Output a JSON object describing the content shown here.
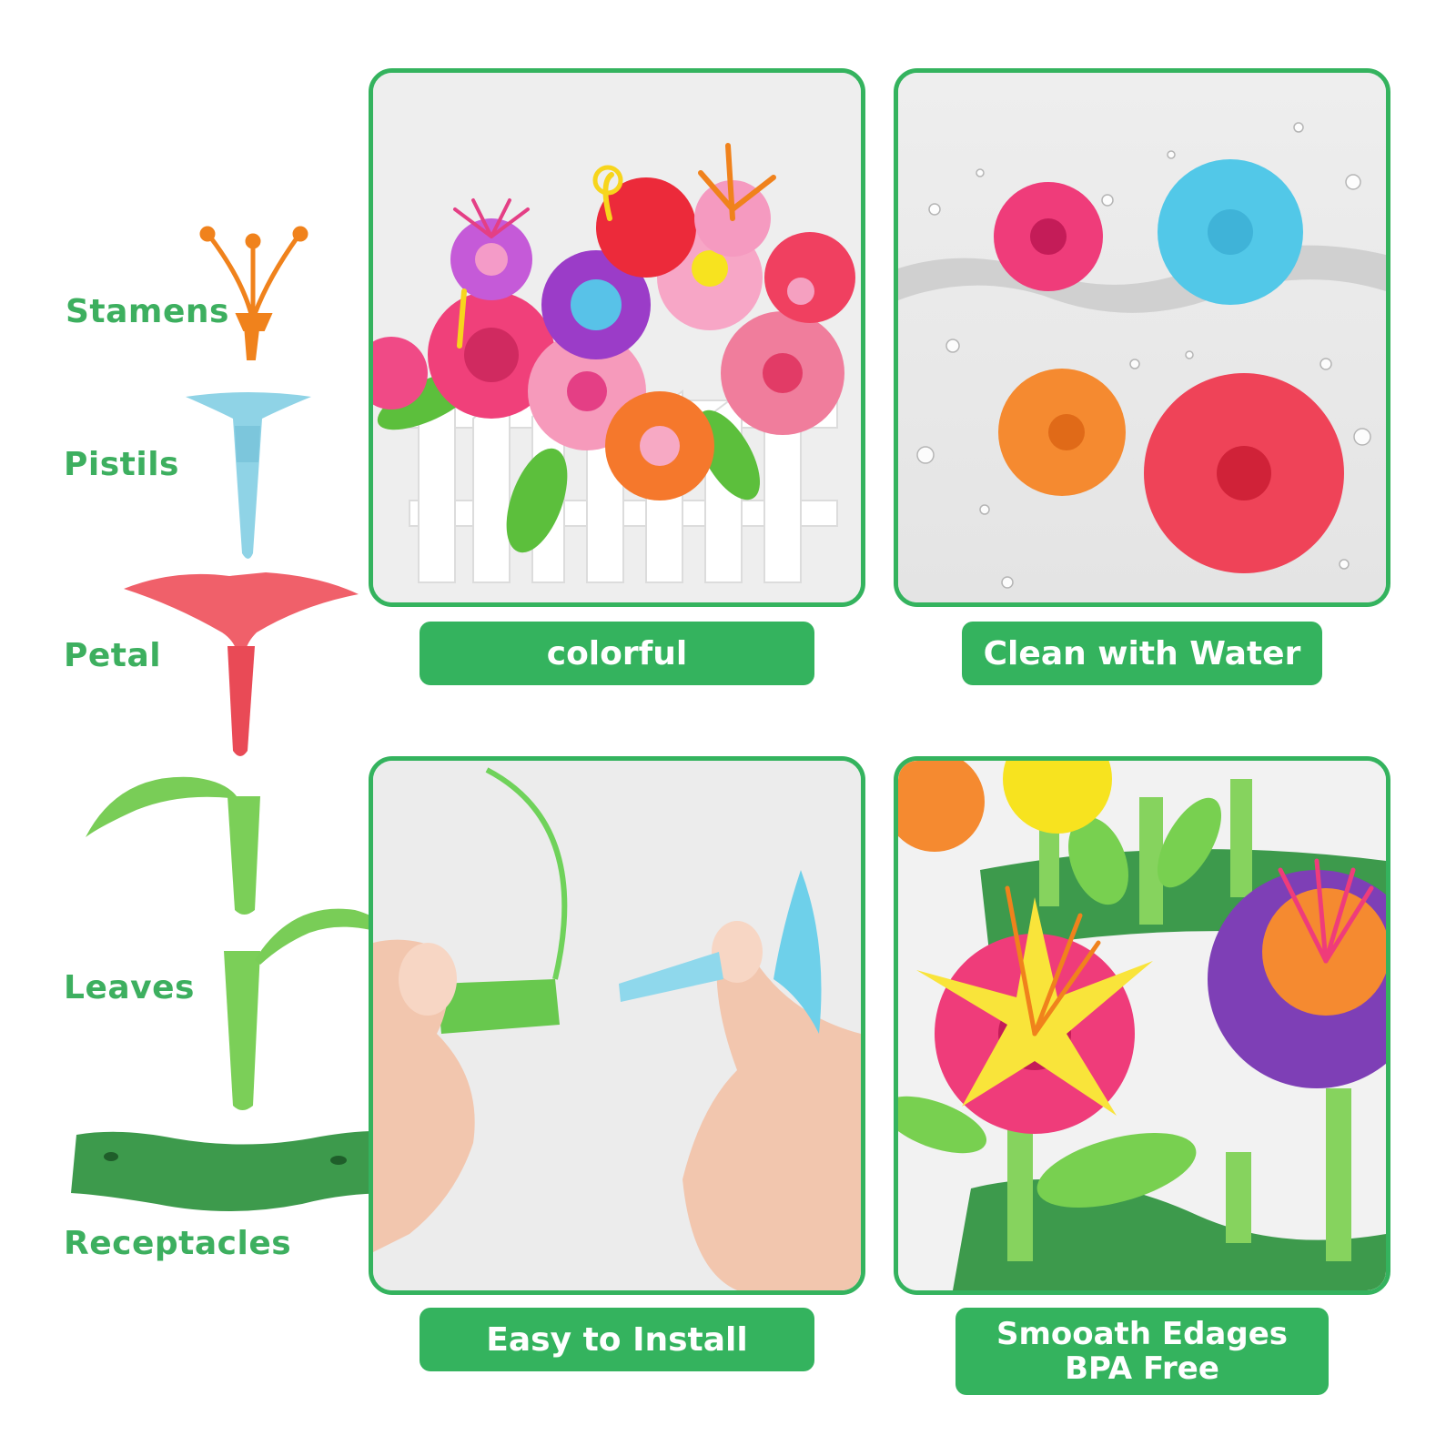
{
  "parts": {
    "stamens": "Stamens",
    "pistils": "Pistils",
    "petal": "Petal",
    "leaves": "Leaves",
    "receptacles": "Receptacles"
  },
  "features": {
    "colorful": "colorful",
    "clean": "Clean with Water",
    "install": "Easy to Install",
    "smooth_line1": "Smooath  Edages",
    "smooth_line2": "BPA Free"
  },
  "colors": {
    "brand_green": "#34b35e",
    "label_green": "#3daf5f"
  }
}
